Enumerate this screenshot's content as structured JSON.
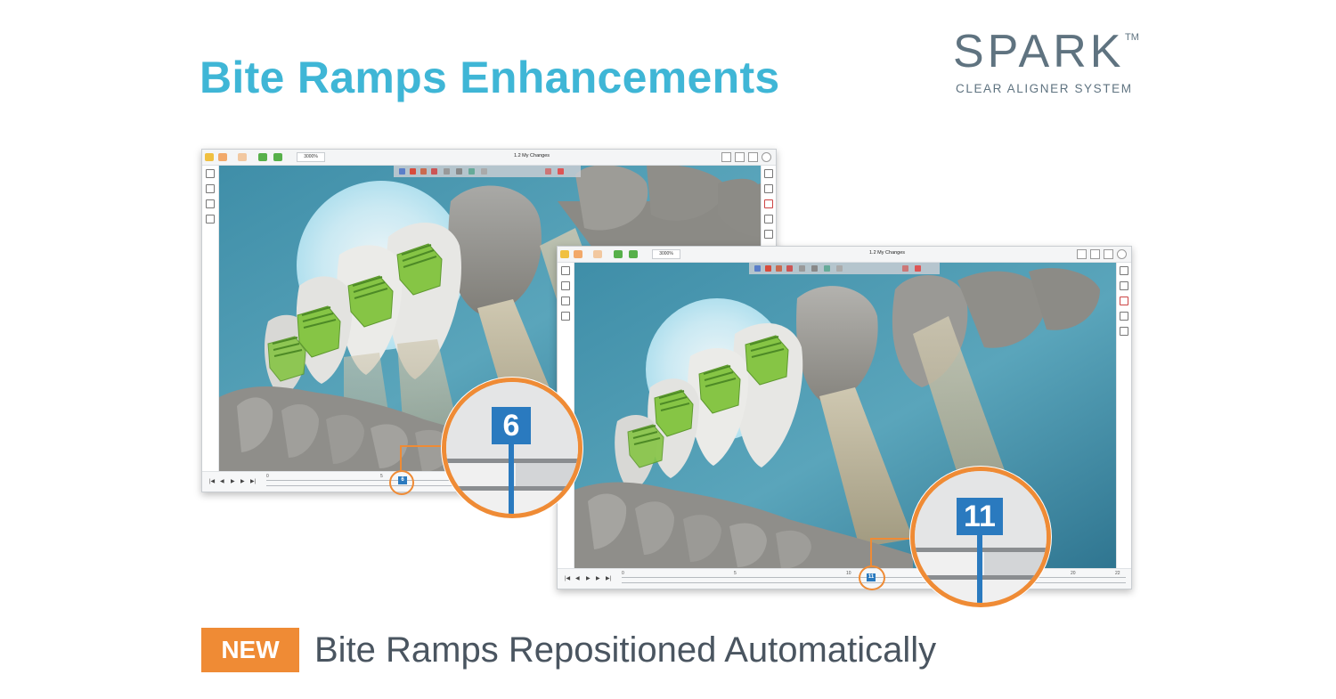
{
  "headline": "Bite Ramps Enhancements",
  "logo": {
    "word": "SPARK",
    "trademark": "TM",
    "subtitle": "CLEAR ALIGNER SYSTEM"
  },
  "windows": [
    {
      "zoom": "3000%",
      "changes_label": "1.2 My Changes",
      "timeline_ticks": [
        "0",
        "5"
      ],
      "current_stage": "6",
      "magnified_stage": "6"
    },
    {
      "zoom": "3000%",
      "changes_label": "1.2 My Changes",
      "timeline_ticks": [
        "0",
        "5",
        "10",
        "20",
        "22"
      ],
      "current_stage": "11",
      "magnified_stage": "11"
    }
  ],
  "banner": {
    "badge": "NEW",
    "text": "Bite Ramps Repositioned Automatically"
  },
  "colors": {
    "headline": "#3fb6d6",
    "accent_orange": "#ef8b35",
    "stage_blue": "#2a7abf",
    "ramp_green": "#86c545",
    "logo_gray": "#5f7380"
  }
}
